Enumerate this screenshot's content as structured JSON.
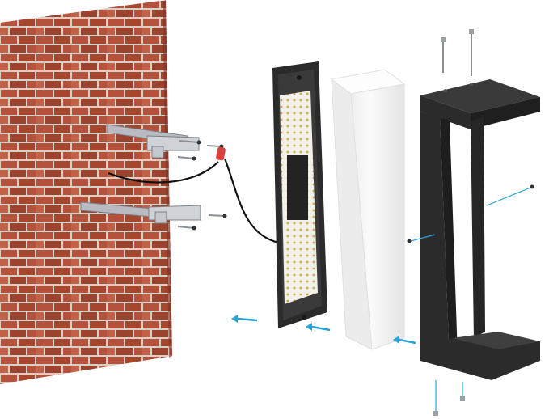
{
  "colors": {
    "brick": "#b5523e",
    "brick_dark": "#8e3a2a",
    "mortar": "#d9cfc4",
    "fixture_black": "#2b2b2b",
    "led_board": "#f2efe9",
    "led_dot": "#c9a24a",
    "diffuser": "#f7f7f7",
    "diffuser_shadow": "#e6e6e6",
    "arrow": "#2aa3d6",
    "wire": "#111111",
    "connector": "#d94040",
    "metal": "#b8bcc2"
  },
  "icons": [
    "brick-wall-icon",
    "mounting-bracket-icon",
    "screw-icon",
    "wire-connector-icon",
    "arrow-icon"
  ],
  "parts": [
    "brick-wall",
    "mounting-brackets",
    "back-plate-with-led-board",
    "diffuser",
    "outer-frame"
  ]
}
